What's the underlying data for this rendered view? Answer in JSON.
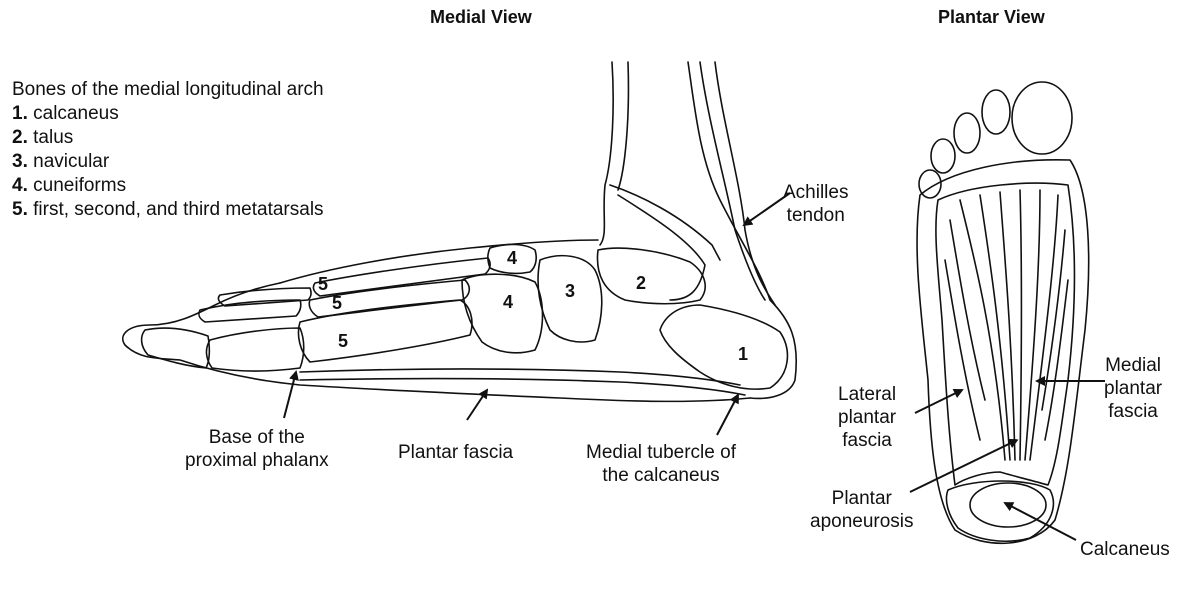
{
  "titles": {
    "medial": "Medial View",
    "plantar": "Plantar View"
  },
  "legend": {
    "heading": "Bones of the medial longitudinal arch",
    "items": [
      {
        "num": "1.",
        "text": "calcaneus"
      },
      {
        "num": "2.",
        "text": "talus"
      },
      {
        "num": "3.",
        "text": "navicular"
      },
      {
        "num": "4.",
        "text": "cuneiforms"
      },
      {
        "num": "5.",
        "text": "first, second, and third metatarsals"
      }
    ]
  },
  "bone_numbers": {
    "calcaneus": "1",
    "talus": "2",
    "navicular": "3",
    "cuneiform_upper": "4",
    "cuneiform_lower": "4",
    "metatarsal_top": "5",
    "metatarsal_mid": "5",
    "metatarsal_low": "5"
  },
  "labels": {
    "achilles_1": "Achilles",
    "achilles_2": "tendon",
    "base_1": "Base of the",
    "base_2": "proximal phalanx",
    "plantar_fascia": "Plantar fascia",
    "tubercle_1": "Medial tubercle of",
    "tubercle_2": "the calcaneus",
    "lateral_1": "Lateral",
    "lateral_2": "plantar",
    "lateral_3": "fascia",
    "medial_1": "Medial",
    "medial_2": "plantar",
    "medial_3": "fascia",
    "apo_1": "Plantar",
    "apo_2": "aponeurosis",
    "calcaneus": "Calcaneus"
  }
}
